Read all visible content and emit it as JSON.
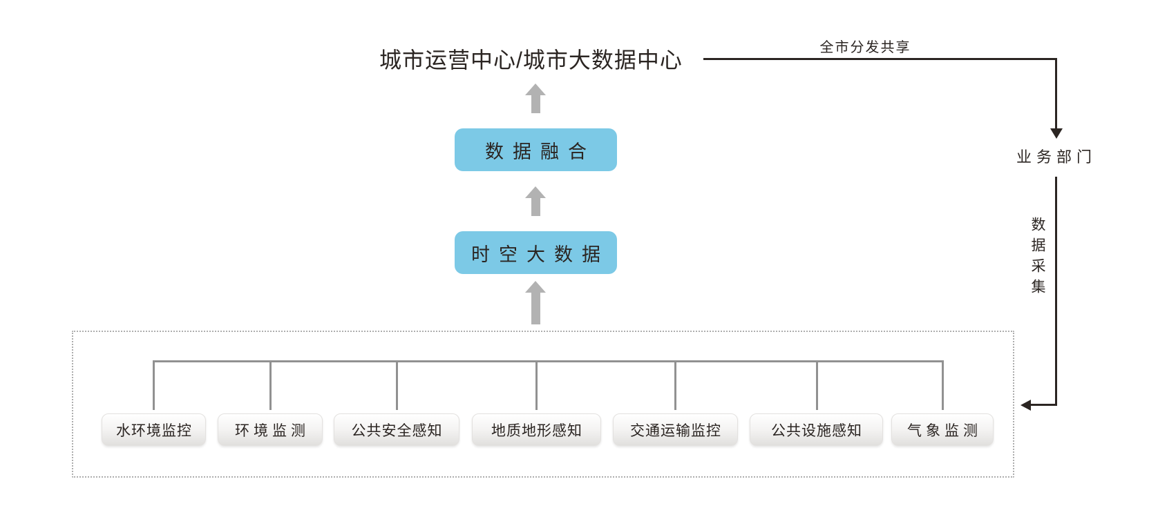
{
  "diagram": {
    "title": "城市运营中心/城市大数据中心",
    "distribution": {
      "arrow_label": "全市分发共享",
      "target": "业务部门"
    },
    "collection": {
      "arrow_label": "数据采集"
    },
    "process_boxes": {
      "fusion": "数据融合",
      "spatiotemporal": "时空大数据"
    },
    "sources": [
      "水环境监控",
      "环境监测",
      "公共安全感知",
      "地质地形感知",
      "交通运输监控",
      "公共设施感知",
      "气象监测"
    ],
    "colors": {
      "accent_blue": "#7cc9e6",
      "line_dark": "#2b2522",
      "line_gray": "#919191",
      "arrow_gray": "#b2b2b2",
      "ink": "#2b2522"
    }
  }
}
